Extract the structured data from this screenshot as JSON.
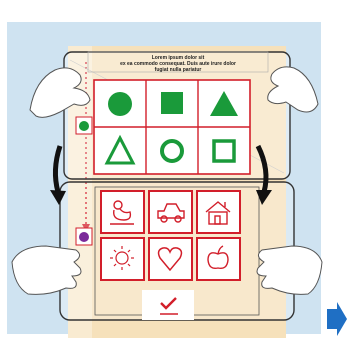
{
  "caption": {
    "line1": "Lorem ipsum dolor sit",
    "line2": "ex ea commodo consequat. Duis aute irure dolor",
    "line3": "fugiat nulla pariatur"
  },
  "top_grid": {
    "items": [
      {
        "shape": "circle-icon",
        "color": "#1a9a3a"
      },
      {
        "shape": "square-icon",
        "color": "#1a9a3a"
      },
      {
        "shape": "triangle-icon",
        "color": "#1a9a3a"
      },
      {
        "shape": "triangle-outline-icon",
        "color": "#1a9a3a"
      },
      {
        "shape": "circle-outline-icon",
        "color": "#1a9a3a"
      },
      {
        "shape": "square-outline-icon",
        "color": "#1a9a3a"
      }
    ]
  },
  "bottom_grid": {
    "items": [
      {
        "icon": "duck-icon"
      },
      {
        "icon": "car-icon"
      },
      {
        "icon": "house-icon"
      },
      {
        "icon": "sun-icon"
      },
      {
        "icon": "heart-icon"
      },
      {
        "icon": "apple-icon"
      }
    ]
  },
  "markers": {
    "top_color": "#1a9a3a",
    "bottom_color": "#7a2a9a"
  },
  "colors": {
    "background": "#cfe3f1",
    "card": "#f6e1bb",
    "grid_red": "#d21e2a",
    "next_arrow": "#1f6fc4"
  }
}
